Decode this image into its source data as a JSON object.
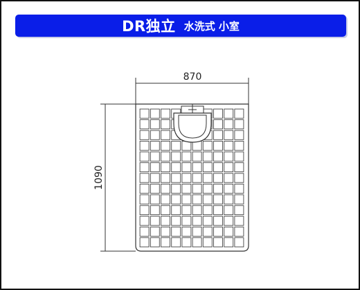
{
  "header": {
    "title": "DR独立",
    "subtitle": "水洗式 小室"
  },
  "drawing": {
    "width_label": "870",
    "depth_label": "1090",
    "grid_columns": 10,
    "grid_rows": 13
  },
  "colors": {
    "title_bar": "#0a1ee8",
    "title_text": "#ffffff",
    "line": "#333333"
  }
}
